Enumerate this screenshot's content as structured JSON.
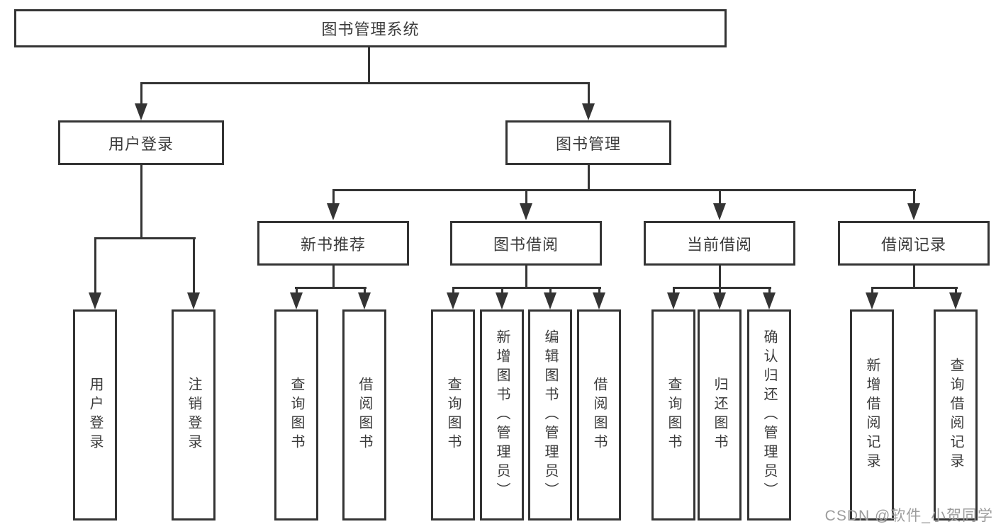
{
  "diagram": {
    "root": {
      "label": "图书管理系统"
    },
    "branches": [
      {
        "label": "用户登录",
        "children": [
          {
            "label": "用户登录"
          },
          {
            "label": "注销登录"
          }
        ]
      },
      {
        "label": "图书管理",
        "children": [
          {
            "label": "新书推荐",
            "children": [
              {
                "label": "查询图书"
              },
              {
                "label": "借阅图书"
              }
            ]
          },
          {
            "label": "图书借阅",
            "children": [
              {
                "label": "查询图书"
              },
              {
                "label": "新增图书（管理员）"
              },
              {
                "label": "编辑图书（管理员）"
              },
              {
                "label": "借阅图书"
              }
            ]
          },
          {
            "label": "当前借阅",
            "children": [
              {
                "label": "查询图书"
              },
              {
                "label": "归还图书"
              },
              {
                "label": "确认归还（管理员）"
              }
            ]
          },
          {
            "label": "借阅记录",
            "children": [
              {
                "label": "新增借阅记录"
              },
              {
                "label": "查询借阅记录"
              }
            ]
          }
        ]
      }
    ]
  },
  "colors": {
    "line": "#343434",
    "text": "#3b3b3b",
    "background": "#ffffff",
    "watermark": "#9c9c9c"
  },
  "watermark": {
    "text": "CSDN @软件_小贺同学"
  }
}
